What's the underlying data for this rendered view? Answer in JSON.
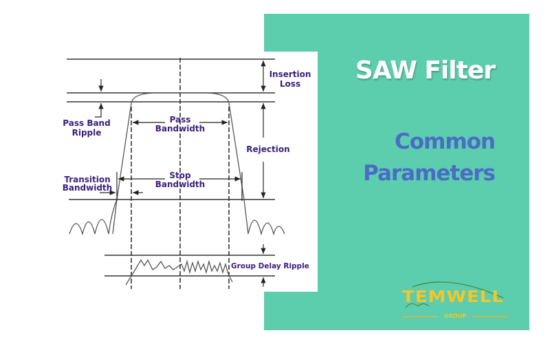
{
  "slide": {
    "title": "SAW Filter",
    "subtitle_line1": "Common",
    "subtitle_line2": "Parameters",
    "colors": {
      "panel_bg": "#5ccdad",
      "title": "#ffffff",
      "subtitle": "#4a6cc6",
      "diagram_label": "#3a1f78",
      "logo": "#f3c62c"
    }
  },
  "diagram": {
    "labels": {
      "insertion_loss_1": "Insertion",
      "insertion_loss_2": "Loss",
      "pass_band_ripple_1": "Pass Band",
      "pass_band_ripple_2": "Ripple",
      "pass_bandwidth_1": "Pass",
      "pass_bandwidth_2": "Bandwidth",
      "rejection": "Rejection",
      "transition_bandwidth_1": "Transition",
      "transition_bandwidth_2": "Bandwidth",
      "stop_bandwidth_1": "Stop",
      "stop_bandwidth_2": "Bandwidth",
      "group_delay_ripple": "Group Delay Ripple"
    }
  },
  "logo": {
    "name": "TEMWELL",
    "tagline": "GROUP"
  }
}
